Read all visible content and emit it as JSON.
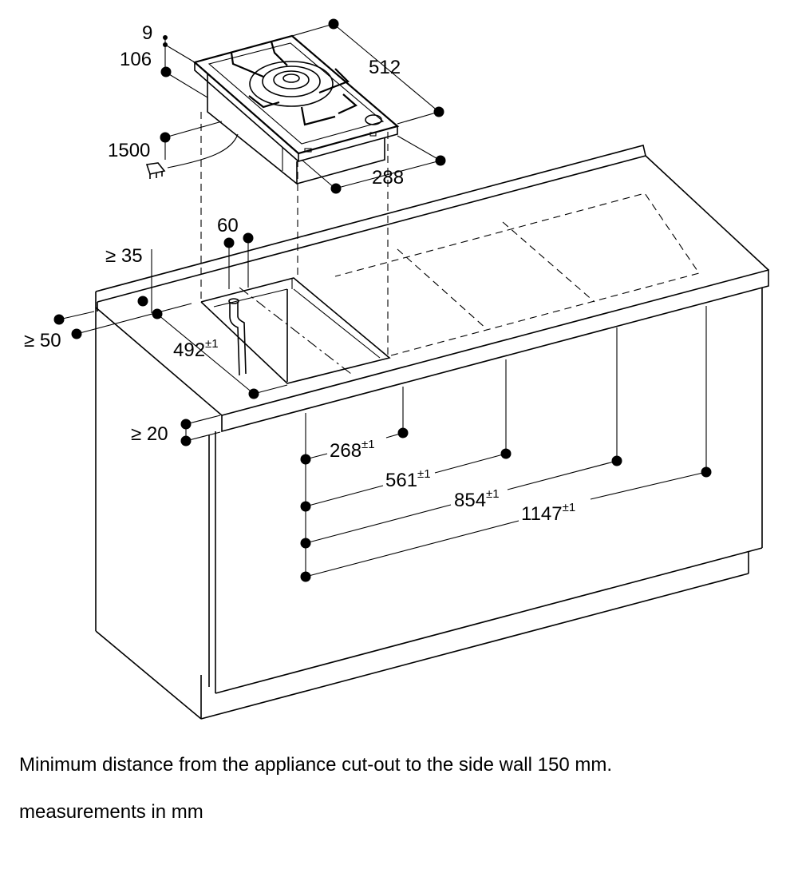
{
  "dimensions": {
    "hob_height_top": "9",
    "hob_height_body": "106",
    "cable_length": "1500",
    "hob_depth": "512",
    "hob_width": "288",
    "cutout_width": "60",
    "rear_min": "≥ 35",
    "side_min": "≥ 50",
    "cutout_depth": "492",
    "cutout_depth_tol": "±1",
    "front_min": "≥ 20",
    "spacing_1": "268",
    "spacing_1_tol": "±1",
    "spacing_2": "561",
    "spacing_2_tol": "±1",
    "spacing_3": "854",
    "spacing_3_tol": "±1",
    "spacing_4": "1147",
    "spacing_4_tol": "±1"
  },
  "notes": {
    "side_wall": "Minimum distance from the appliance cut-out to the side wall 150 mm.",
    "units": "measurements in mm"
  }
}
